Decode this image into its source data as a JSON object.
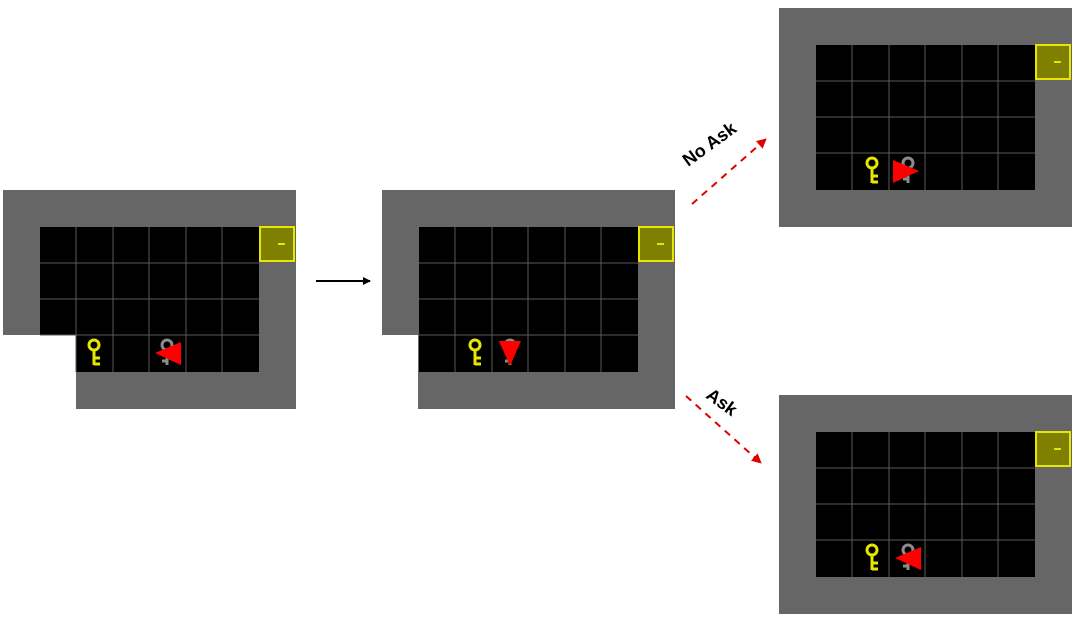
{
  "labels": {
    "no_ask": "No Ask",
    "ask": "Ask"
  },
  "colors": {
    "wall": "#666666",
    "floor": "#000000",
    "grid_line": "#5a5a5a",
    "door_fill": "#7f7f00",
    "door_border": "#e6e600",
    "key": "#e6e600",
    "agent": "#ff0000",
    "ghost_key": "#8c8c8c",
    "arrow_main": "#000000",
    "arrow_branch": "#e00000"
  },
  "icons": {
    "door": "locked-door-icon",
    "key": "yellow-key-icon",
    "agent": "agent-triangle-icon",
    "ghost": "grey-key-icon"
  },
  "states": [
    {
      "id": "state-initial",
      "agent_direction": "left",
      "has_ghost_key": true
    },
    {
      "id": "state-after-turn",
      "agent_direction": "down",
      "has_ghost_key": true
    },
    {
      "id": "state-no-ask",
      "agent_direction": "right",
      "has_ghost_key": true
    },
    {
      "id": "state-ask",
      "agent_direction": "left",
      "has_ghost_key": true
    }
  ]
}
